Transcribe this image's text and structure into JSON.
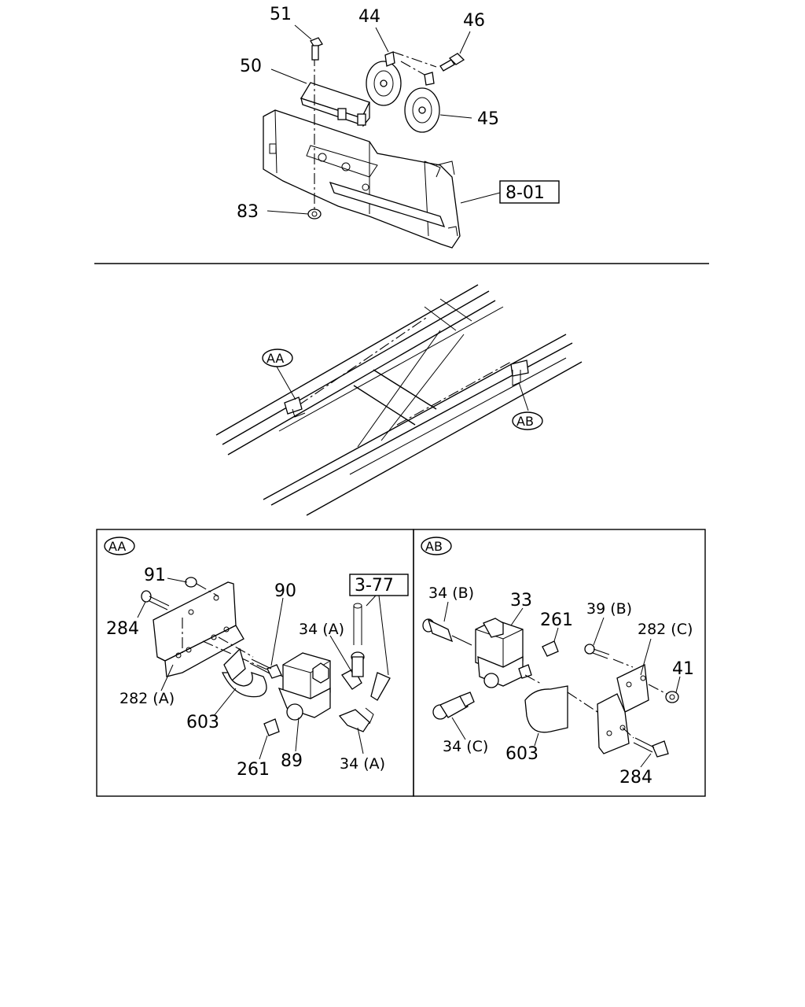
{
  "top_section": {
    "labels": {
      "p51": "51",
      "p44": "44",
      "p46": "46",
      "p50": "50",
      "p45": "45",
      "p83": "83",
      "ref_801": "8-01"
    }
  },
  "middle_section": {
    "callout_aa": "AA",
    "callout_ab": "AB"
  },
  "panel_aa": {
    "tag": "AA",
    "labels": {
      "p91": "91",
      "p90": "90",
      "p284": "284",
      "ref_377": "3-77",
      "p34a_top": "34 (A)",
      "p282a": "282 (A)",
      "p603": "603",
      "p261": "261",
      "p89": "89",
      "p34a_bottom": "34 (A)"
    }
  },
  "panel_ab": {
    "tag": "AB",
    "labels": {
      "p34b": "34 (B)",
      "p33": "33",
      "p261": "261",
      "p39b": "39 (B)",
      "p282c": "282 (C)",
      "p41": "41",
      "p34c": "34 (C)",
      "p603": "603",
      "p284": "284"
    }
  }
}
